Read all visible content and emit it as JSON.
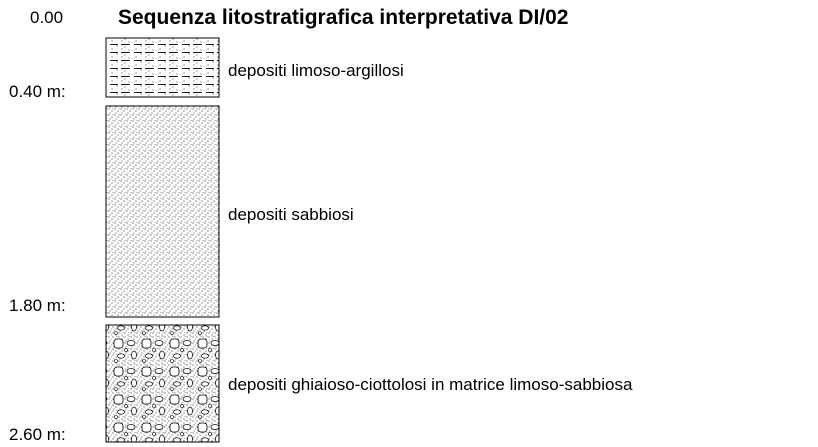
{
  "title": "Sequenza litostratigrafica interpretativa DI/02",
  "top_depth": "0.00",
  "layers": [
    {
      "depth_label": "0.40 m:",
      "description": "depositi limoso-argillosi",
      "pattern": "silty-clay"
    },
    {
      "depth_label": "1.80 m:",
      "description": "depositi sabbiosi",
      "pattern": "sand"
    },
    {
      "depth_label": "2.60 m:",
      "description": "depositi ghiaioso-ciottolosi in matrice limoso-sabbiosa",
      "pattern": "gravel-cobbles"
    }
  ]
}
